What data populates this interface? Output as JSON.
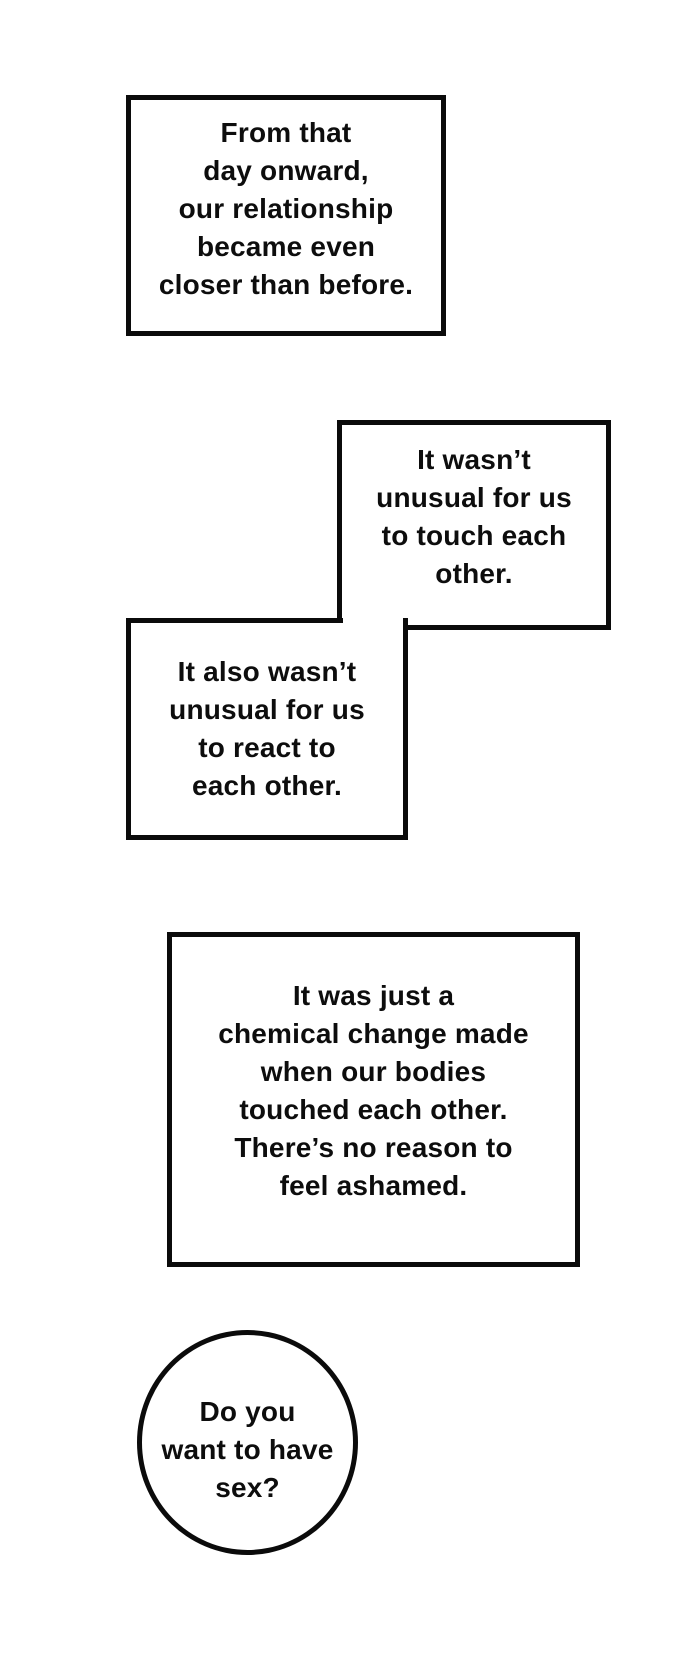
{
  "page": {
    "type": "comic-page",
    "background_color": "#ffffff",
    "ink_color": "#0b0b0b"
  },
  "panels": [
    {
      "id": "caption-box-1",
      "shape": "rectangle",
      "text": "From that\nday onward,\nour relationship\nbecame even\ncloser than before."
    },
    {
      "id": "caption-box-2",
      "shape": "rectangle",
      "text": "It wasn’t\nunusual for us\nto touch each\nother."
    },
    {
      "id": "caption-box-3",
      "shape": "rectangle",
      "text": "It also wasn’t\nunusual for us\nto react to\neach other."
    },
    {
      "id": "caption-box-4",
      "shape": "rectangle",
      "text": "It was just a\nchemical change made\nwhen our bodies\ntouched each other.\nThere’s no reason to\nfeel ashamed."
    },
    {
      "id": "speech-bubble",
      "shape": "circle",
      "text": "Do you\nwant to have\nsex?"
    }
  ]
}
